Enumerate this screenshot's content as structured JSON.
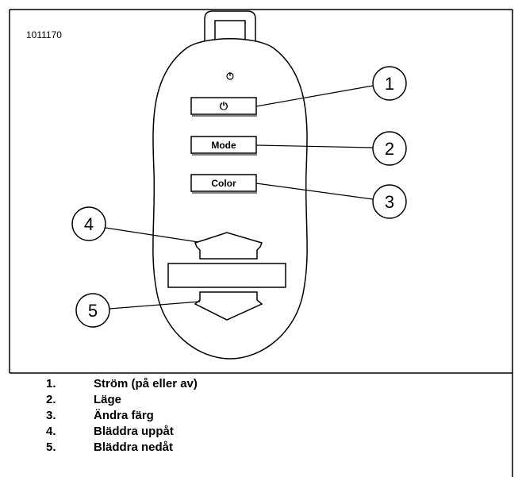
{
  "figure_id": "1011170",
  "buttons": {
    "power_symbol": "⏻",
    "mode_label": "Mode",
    "color_label": "Color"
  },
  "callouts": [
    "1",
    "2",
    "3",
    "4",
    "5"
  ],
  "legend": [
    {
      "num": "1.",
      "text": "Ström (på eller av)"
    },
    {
      "num": "2.",
      "text": "Läge"
    },
    {
      "num": "3.",
      "text": "Ändra färg"
    },
    {
      "num": "4.",
      "text": "Bläddra uppåt"
    },
    {
      "num": "5.",
      "text": "Bläddra nedåt"
    }
  ]
}
